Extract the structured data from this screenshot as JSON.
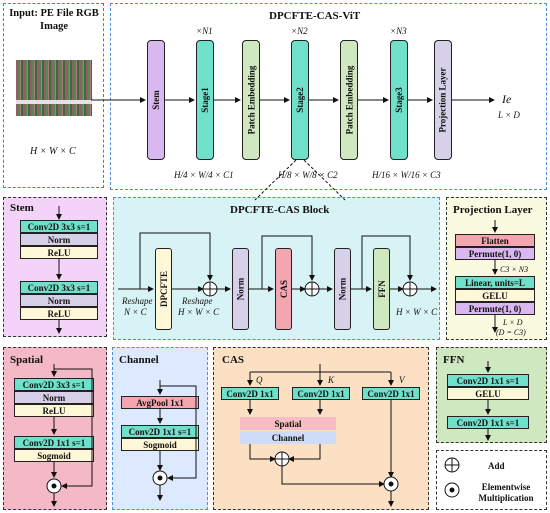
{
  "input_panel": {
    "title": "Input: PE File RGB Image",
    "dims": "H × W × C"
  },
  "vit": {
    "title": "DPCFTE-CAS-ViT",
    "blocks": [
      "Stem",
      "Stage1",
      "Patch Embedding",
      "Stage2",
      "Patch Embedding",
      "Stage3",
      "Projection Layer"
    ],
    "repeats": [
      "×N1",
      "×N2",
      "×N3"
    ],
    "output": "Ie",
    "output_dims": "L × D",
    "shape1": "H/4 × W/4 × C1",
    "shape2": "H/8 × W/8 × C2",
    "shape3": "H/16 × W/16 × C3"
  },
  "stem": {
    "title": "Stem",
    "conv1": "Conv2D 3x3 s=1",
    "norm1": "Norm",
    "relu1": "ReLU",
    "conv2": "Conv2D 3x3 s=1",
    "norm2": "Norm",
    "relu2": "ReLU"
  },
  "block": {
    "title": "DPCFTE-CAS Block",
    "items": [
      "DPCFTE",
      "Norm",
      "CAS",
      "Norm",
      "FFN"
    ],
    "reshape1": "Reshape",
    "reshape1_dims": "N × C",
    "reshape2": "Reshape",
    "reshape2_dims": "H × W × C",
    "out_dims": "H × W × C"
  },
  "proj": {
    "title": "Projection Layer",
    "flatten": "Flatten",
    "permute1": "Permute(1, 0)",
    "dims1": "C3 × N3",
    "linear": "Linear, units=L",
    "gelu": "GELU",
    "permute2": "Permute(1, 0)",
    "dims2": "L × D",
    "dims3": "(D = C3)"
  },
  "spatial": {
    "title": "Spatial",
    "conv1": "Conv2D 3x3 s=1",
    "norm": "Norm",
    "relu": "ReLU",
    "conv2": "Conv2D 1x1 s=1",
    "act": "Sogmoid"
  },
  "channel": {
    "title": "Channel",
    "pool": "AvgPool 1x1",
    "conv": "Conv2D 1x1 s=1",
    "act": "Sogmoid"
  },
  "cas": {
    "title": "CAS",
    "q": "Q",
    "k": "K",
    "v": "V",
    "conv_q": "Conv2D 1x1",
    "conv_k": "Conv2D 1x1",
    "conv_v": "Conv2D 1x1",
    "spatial": "Spatial",
    "channel": "Channel"
  },
  "ffn": {
    "title": "FFN",
    "conv1": "Conv2D 1x1 s=1",
    "gelu": "GELU",
    "conv2": "Conv2D 1x1 s=1"
  },
  "legend": {
    "add": "Add",
    "mult": "Elementwise Multiplication"
  },
  "colors": {
    "green": "#6fe0c9",
    "pink": "#f4a6b0",
    "lilac": "#d9b8f0",
    "teal_panel": "#d8f3f5",
    "blue_panel": "#dde9ff",
    "orange_panel": "#fbe0c4"
  }
}
